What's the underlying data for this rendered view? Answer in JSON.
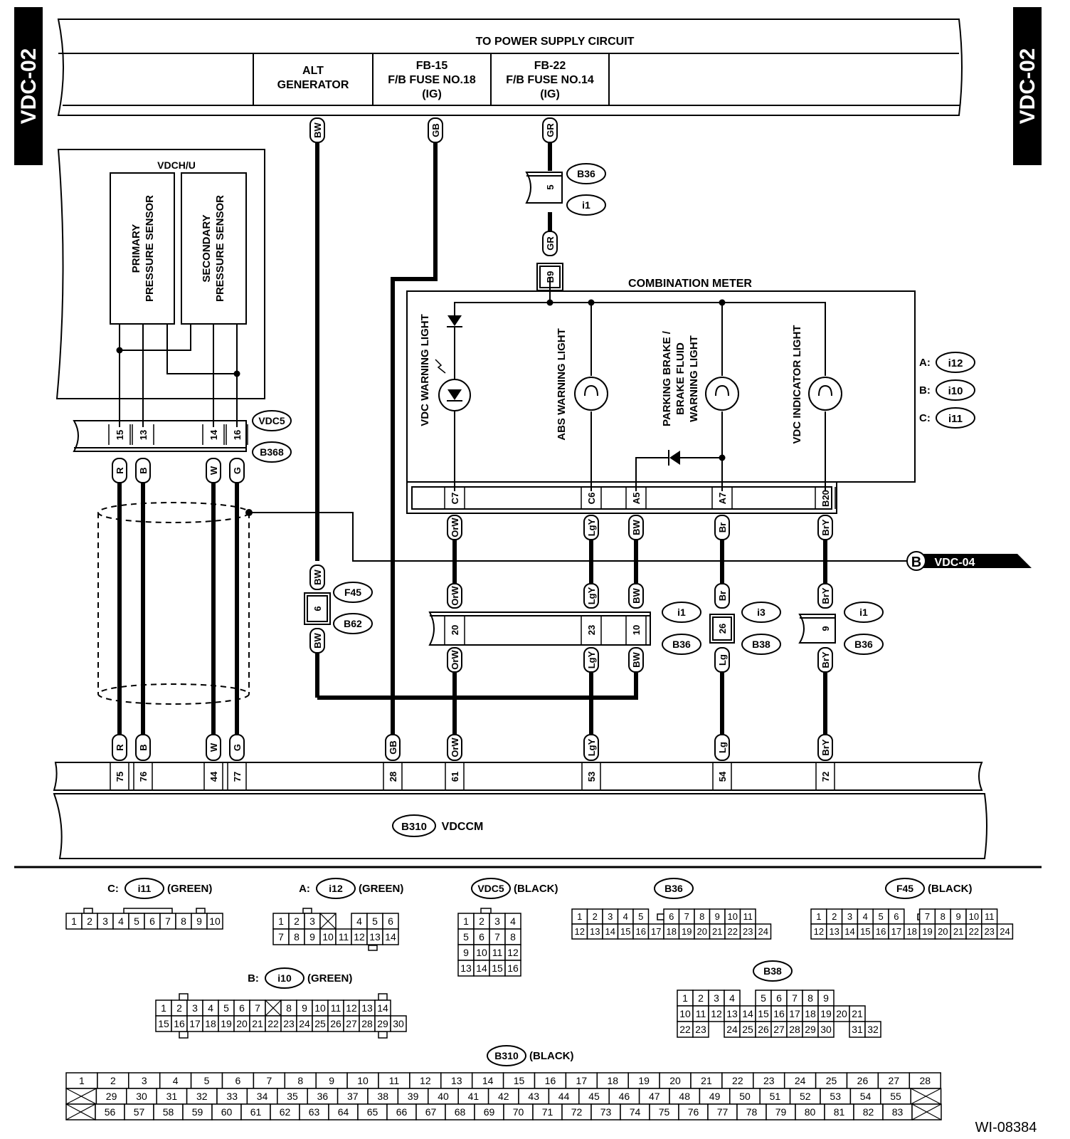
{
  "page_tag": "VDC-02",
  "figure_id": "WI-08384",
  "power": {
    "title": "TO POWER SUPPLY CIRCUIT",
    "alt_line1": "ALT",
    "alt_line2": "GENERATOR",
    "fb15_line1": "FB-15",
    "fb15_line2": "F/B FUSE NO.18",
    "fb15_line3": "(IG)",
    "fb22_line1": "FB-22",
    "fb22_line2": "F/B FUSE NO.14",
    "fb22_line3": "(IG)"
  },
  "vdchu": {
    "title": "VDCH/U",
    "primary_line1": "PRIMARY",
    "primary_line2": "PRESSURE SENSOR",
    "secondary_line1": "SECONDARY",
    "secondary_line2": "PRESSURE SENSOR"
  },
  "meter": {
    "title": "COMBINATION METER",
    "vdc_warning": "VDC WARNING LIGHT",
    "abs_warning": "ABS WARNING LIGHT",
    "pb_line1": "PARKING BRAKE /",
    "pb_line2": "BRAKE FLUID",
    "pb_line3": "WARNING LIGHT",
    "vdc_indicator": "VDC INDICATOR LIGHT",
    "conn_a_prefix": "A:",
    "conn_a": "i12",
    "conn_b_prefix": "B:",
    "conn_b": "i10",
    "conn_c_prefix": "C:",
    "conn_c": "i11"
  },
  "connectors": {
    "b36": "B36",
    "i1": "i1",
    "b9": "B9",
    "vdc5": "VDC5",
    "b368": "B368",
    "f45": "F45",
    "b62": "B62",
    "i3": "i3",
    "b38": "B38",
    "b310": "B310"
  },
  "pins": {
    "p5": "5",
    "p6": "6",
    "p15": "15",
    "p13": "13",
    "p14": "14",
    "p16": "16",
    "c7": "C7",
    "c6": "C6",
    "a5": "A5",
    "a7": "A7",
    "b20": "B20",
    "p20": "20",
    "p23": "23",
    "p10": "10",
    "p26": "26",
    "p9": "9",
    "p75": "75",
    "p76": "76",
    "p44": "44",
    "p77": "77",
    "p28": "28",
    "p61": "61",
    "p53": "53",
    "p54": "54",
    "p72": "72"
  },
  "wires": {
    "bw": "BW",
    "gb": "GB",
    "gr": "GR",
    "r": "R",
    "b": "B",
    "w": "W",
    "g": "G",
    "orw": "OrW",
    "lgy": "LgY",
    "br": "Br",
    "bry": "BrY",
    "lg": "Lg"
  },
  "vdc04": {
    "letter": "B",
    "label": "VDC-04"
  },
  "vdccm_label": "VDCCM",
  "legend": {
    "c_prefix": "C:",
    "c_name": "i11",
    "c_color": "(GREEN)",
    "a_prefix": "A:",
    "a_name": "i12",
    "a_color": "(GREEN)",
    "vdc5_name": "VDC5",
    "vdc5_color": "(BLACK)",
    "b36_name": "B36",
    "f45_name": "F45",
    "f45_color": "(BLACK)",
    "b_prefix": "B:",
    "b_name": "i10",
    "b_color": "(GREEN)",
    "b38_name": "B38",
    "b310_name": "B310",
    "b310_color": "(BLACK)",
    "i11_rows": [
      [
        "1",
        "2",
        "3",
        "4",
        "5",
        "6",
        "7",
        "8",
        "9",
        "10"
      ]
    ],
    "i12_rows": [
      [
        "1",
        "2",
        "3",
        "X",
        "4",
        "5",
        "6"
      ],
      [
        "7",
        "8",
        "9",
        "10",
        "11",
        "12",
        "13",
        "14"
      ]
    ],
    "vdc5_rows": [
      [
        "1",
        "2",
        "3",
        "4"
      ],
      [
        "5",
        "6",
        "7",
        "8"
      ],
      [
        "9",
        "10",
        "11",
        "12"
      ],
      [
        "13",
        "14",
        "15",
        "16"
      ]
    ],
    "b36_rows": [
      [
        "1",
        "2",
        "3",
        "4",
        "5",
        "",
        "6",
        "7",
        "8",
        "9",
        "10",
        "11"
      ],
      [
        "12",
        "13",
        "14",
        "15",
        "16",
        "17",
        "18",
        "19",
        "20",
        "21",
        "22",
        "23",
        "24"
      ]
    ],
    "f45_rows": [
      [
        "1",
        "2",
        "3",
        "4",
        "5",
        "6",
        "",
        "7",
        "8",
        "9",
        "10",
        "11"
      ],
      [
        "12",
        "13",
        "14",
        "15",
        "16",
        "17",
        "18",
        "19",
        "20",
        "21",
        "22",
        "23",
        "24"
      ]
    ],
    "i10_rows": [
      [
        "1",
        "2",
        "3",
        "4",
        "5",
        "6",
        "7",
        "X",
        "8",
        "9",
        "10",
        "11",
        "12",
        "13",
        "14"
      ],
      [
        "15",
        "16",
        "17",
        "18",
        "19",
        "20",
        "21",
        "22",
        "23",
        "24",
        "25",
        "26",
        "27",
        "28",
        "29",
        "30"
      ]
    ],
    "b38_rows": [
      [
        "1",
        "2",
        "3",
        "4",
        "",
        "5",
        "6",
        "7",
        "8",
        "9"
      ],
      [
        "10",
        "11",
        "12",
        "13",
        "14",
        "15",
        "16",
        "17",
        "18",
        "19",
        "20",
        "21"
      ],
      [
        "22",
        "23",
        "",
        "24",
        "25",
        "26",
        "27",
        "28",
        "29",
        "30",
        "",
        "31",
        "32"
      ]
    ],
    "b310_rows": [
      [
        "1",
        "2",
        "3",
        "4",
        "5",
        "6",
        "7",
        "8",
        "9",
        "10",
        "11",
        "12",
        "13",
        "14",
        "15",
        "16",
        "17",
        "18",
        "19",
        "20",
        "21",
        "22",
        "23",
        "24",
        "25",
        "26",
        "27",
        "28"
      ],
      [
        "X",
        "29",
        "30",
        "31",
        "32",
        "33",
        "34",
        "35",
        "36",
        "37",
        "38",
        "39",
        "40",
        "41",
        "42",
        "43",
        "44",
        "45",
        "46",
        "47",
        "48",
        "49",
        "50",
        "51",
        "52",
        "53",
        "54",
        "55",
        "X"
      ],
      [
        "X",
        "56",
        "57",
        "58",
        "59",
        "60",
        "61",
        "62",
        "63",
        "64",
        "65",
        "66",
        "67",
        "68",
        "69",
        "70",
        "71",
        "72",
        "73",
        "74",
        "75",
        "76",
        "77",
        "78",
        "79",
        "80",
        "81",
        "82",
        "83",
        "X"
      ]
    ]
  }
}
